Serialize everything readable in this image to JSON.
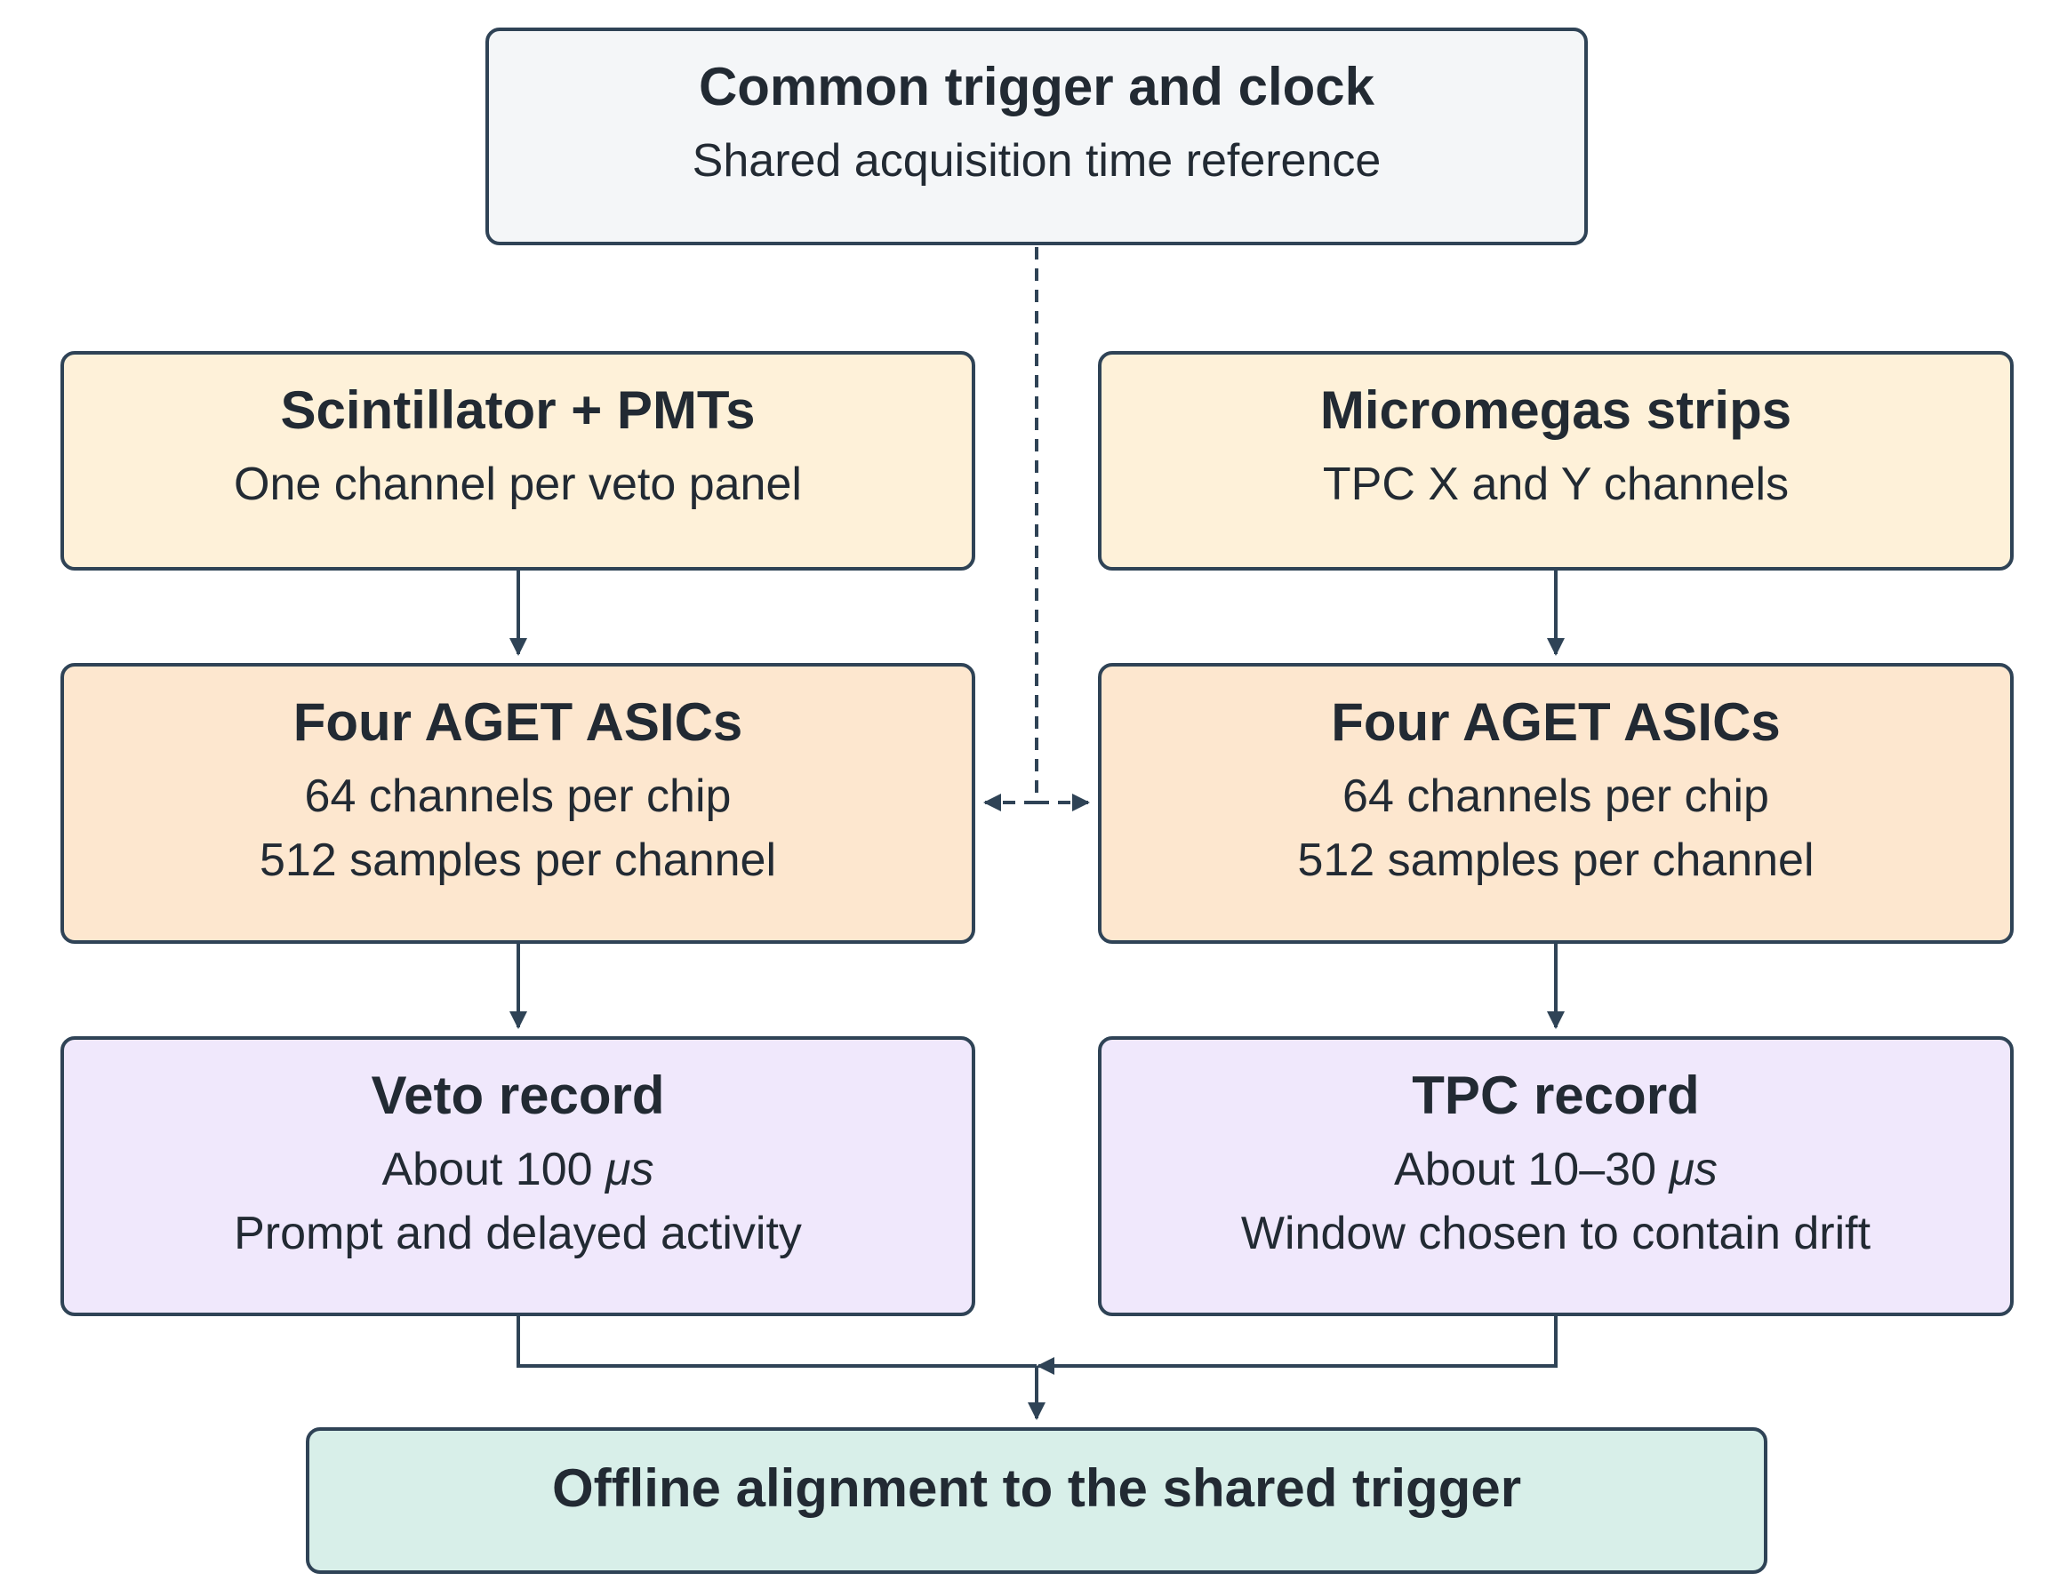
{
  "trigger": {
    "title": "Common trigger and clock",
    "subtitle": "Shared acquisition time reference"
  },
  "veto_chain": {
    "source": {
      "title": "Scintillator + PMTs",
      "subtitle": "One channel per veto panel"
    },
    "asic": {
      "title": "Four AGET ASICs",
      "line1": "64 channels per chip",
      "line2": "512 samples per channel"
    },
    "record": {
      "title": "Veto record",
      "line1_prefix": "About 100 ",
      "line1_unit": "μs",
      "line2": "Prompt and delayed activity"
    }
  },
  "tpc_chain": {
    "source": {
      "title": "Micromegas strips",
      "subtitle": "TPC X and Y channels"
    },
    "asic": {
      "title": "Four AGET ASICs",
      "line1": "64 channels per chip",
      "line2": "512 samples per channel"
    },
    "record": {
      "title": "TPC record",
      "line1_prefix": "About 10–30 ",
      "line1_unit": "μs",
      "line2": "Window chosen to contain drift"
    }
  },
  "offline": {
    "title": "Offline alignment to the shared trigger"
  },
  "colors": {
    "stroke": "#2f4356",
    "trigger_fill": "#f4f6f8",
    "source_fill": "#fef1d9",
    "asic_fill": "#fde7cf",
    "record_fill": "#f0e8fc",
    "offline_fill": "#d8efe9"
  }
}
